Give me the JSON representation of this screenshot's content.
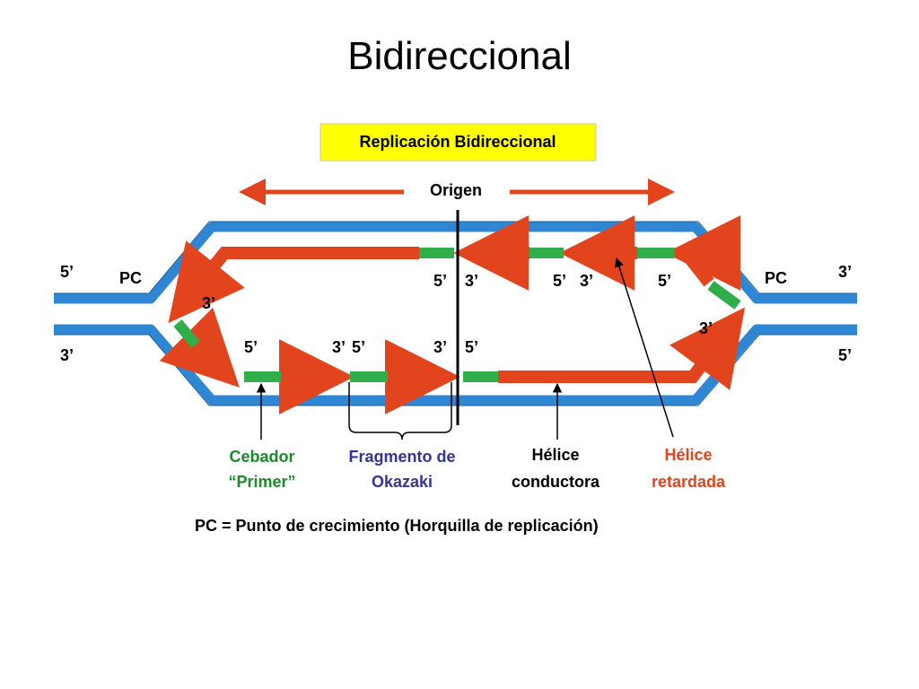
{
  "page": {
    "title": "Bidireccional"
  },
  "diagram": {
    "heading": "Replicación Bidireccional",
    "origin": "Origen",
    "ends": {
      "top_left": "5’",
      "bottom_left": "3’",
      "top_right": "3’",
      "bottom_right": "5’",
      "fork_left": "PC",
      "fork_right": "PC"
    },
    "strand_labels": {
      "tl_5": "5’",
      "tl_3": "3’",
      "tr_3a": "3’",
      "tr_5a": "5’",
      "tr_3b": "3’",
      "tr_5b": "5’",
      "tr_3c": "3’",
      "bl_5a": "5’",
      "bl_3a": "3’",
      "bl_5b": "5’",
      "bl_3b": "3’",
      "br_5": "5’"
    },
    "callouts": {
      "primer_1": "Cebador",
      "primer_2": "“Primer”",
      "okazaki_1": "Fragmento de",
      "okazaki_2": "Okazaki",
      "leading_1": "Hélice",
      "leading_2": "conductora",
      "lagging_1": "Hélice",
      "lagging_2": "retardada"
    },
    "footnote": "PC = Punto de crecimiento (Horquilla de replicación)",
    "colors": {
      "parental": "#2f86d3",
      "new_strand": "#e2451d",
      "primer": "#2fae4a",
      "heading_bg": "#ffff00",
      "primer_text": "#1a8a2a",
      "okazaki_text": "#333399",
      "lagging_text": "#e2451d"
    }
  }
}
